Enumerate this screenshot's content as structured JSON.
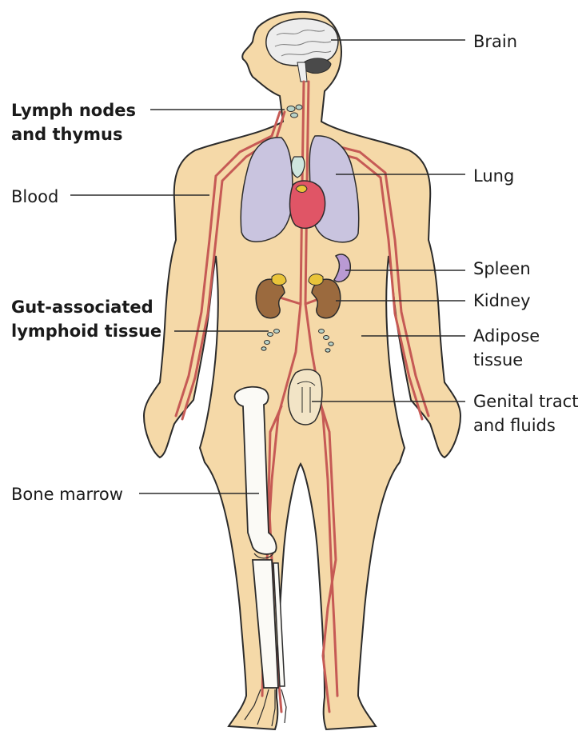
{
  "colors": {
    "skin": "#F5D9A8",
    "outline": "#2B2B2B",
    "vessel": "#C65A55",
    "lung": "#C9C4DF",
    "heart": "#E05566",
    "kidney": "#9B6A3E",
    "adrenal": "#E9C43A",
    "spleen": "#B99AD3",
    "bone": "#FBFAF6",
    "node": "#B9D3C8",
    "thymus": "#CFE6DE",
    "brain": "#EDEDED"
  },
  "labels": {
    "brain": "Brain",
    "lymph_nodes": [
      "Lymph nodes",
      "and thymus"
    ],
    "lung": "Lung",
    "blood": "Blood",
    "spleen": "Spleen",
    "gut": [
      "Gut-associated",
      "lymphoid tissue"
    ],
    "kidney": "Kidney",
    "adipose": [
      "Adipose",
      "tissue"
    ],
    "genital": [
      "Genital tract",
      "and fluids"
    ],
    "bone_marrow": "Bone marrow"
  }
}
